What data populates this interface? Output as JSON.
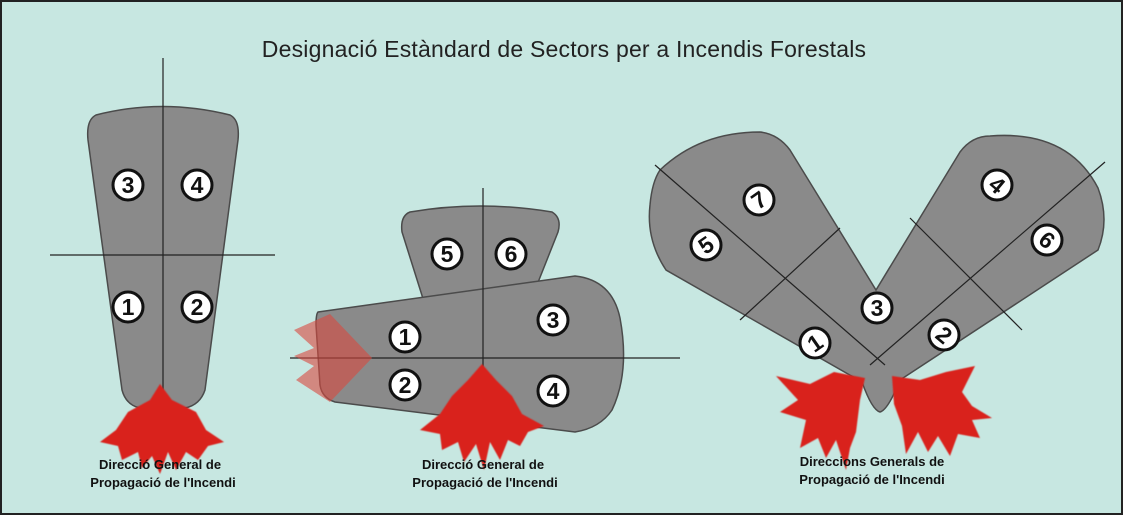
{
  "title": "Designació Estàndard de Sectors per a Incendis Forestals",
  "colors": {
    "background": "#c7e7e1",
    "sector_fill": "#8a8a8a",
    "fire_red": "#d9231f",
    "line": "#222222"
  },
  "diagram_1": {
    "sectors": [
      "3",
      "4",
      "1",
      "2"
    ],
    "caption_line1": "Direcció General de",
    "caption_line2": "Propagació de l'Incendi"
  },
  "diagram_2": {
    "sectors": [
      "5",
      "6",
      "1",
      "3",
      "2",
      "4"
    ],
    "caption_line1": "Direcció General de",
    "caption_line2": "Propagació de l'Incendi"
  },
  "diagram_3": {
    "sectors": [
      "7",
      "5",
      "4",
      "6",
      "3",
      "1",
      "2"
    ],
    "caption_line1": "Direccions Generals de",
    "caption_line2": "Propagació de l'Incendi"
  }
}
